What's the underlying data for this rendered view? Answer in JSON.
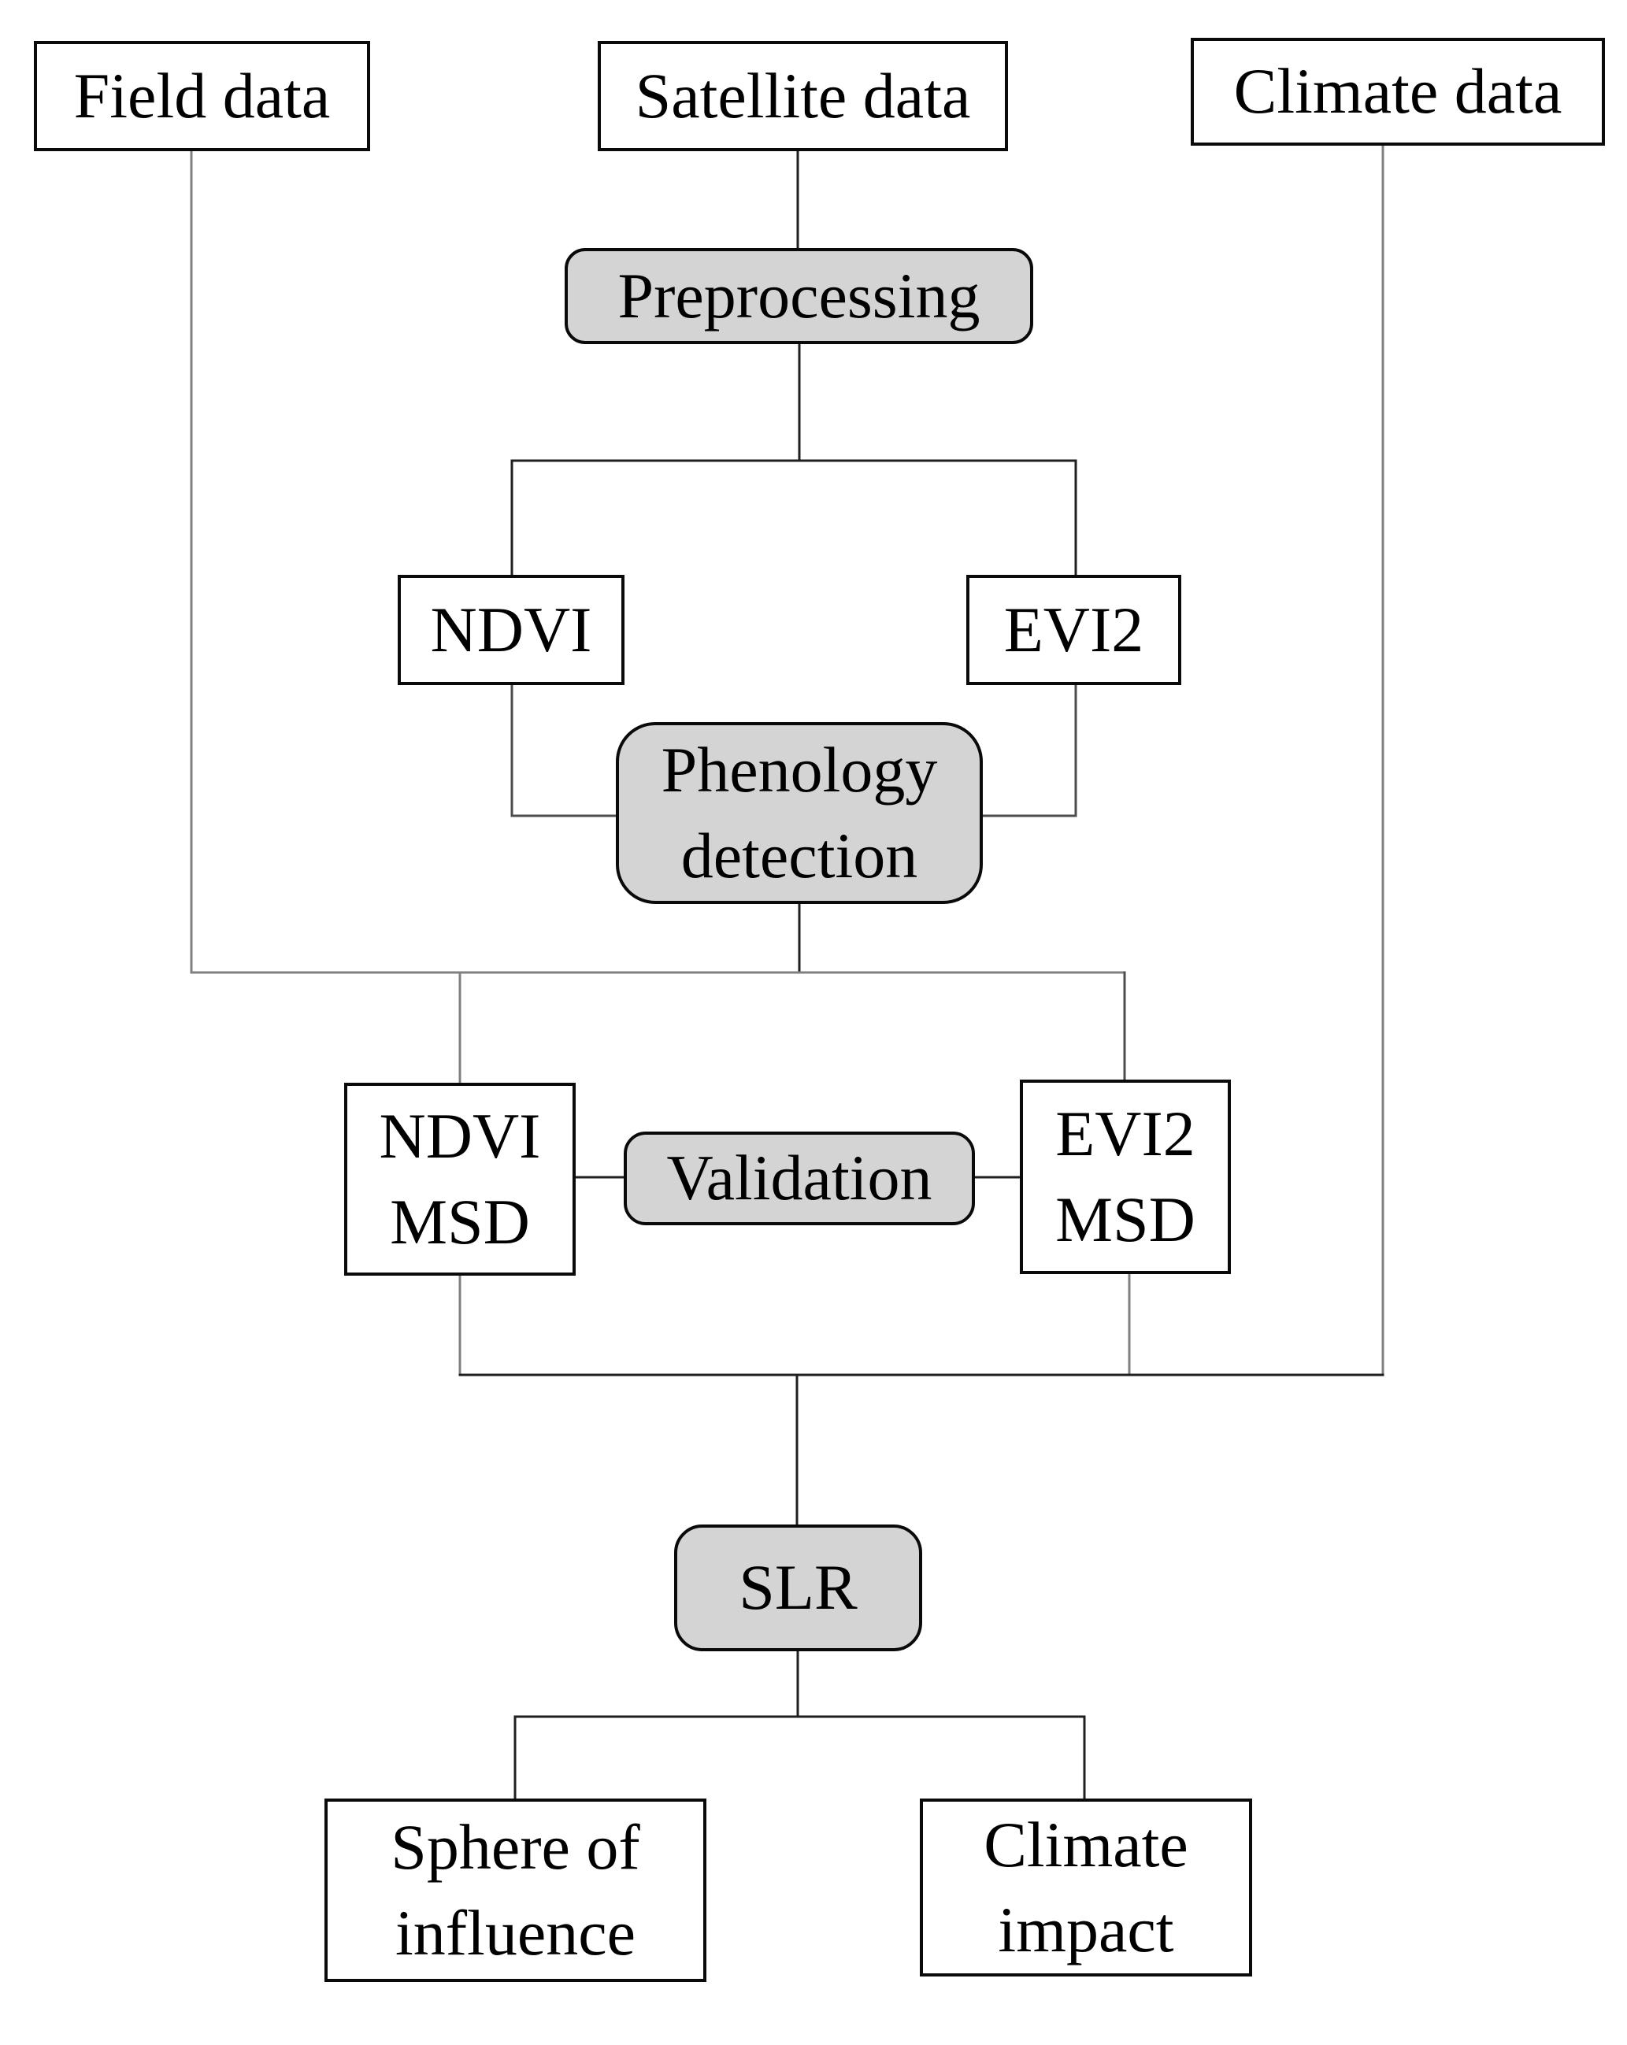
{
  "diagram": {
    "nodes": {
      "field_data": {
        "label": "Field data"
      },
      "satellite_data": {
        "label": "Satellite data"
      },
      "climate_data": {
        "label": "Climate data"
      },
      "preprocessing": {
        "label": "Preprocessing"
      },
      "ndvi": {
        "label": "NDVI"
      },
      "evi2": {
        "label": "EVI2"
      },
      "phenology_detection": {
        "lines": [
          "Phenology",
          "detection"
        ]
      },
      "ndvi_msd": {
        "lines": [
          "NDVI",
          "MSD"
        ]
      },
      "validation": {
        "label": "Validation"
      },
      "evi2_msd": {
        "lines": [
          "EVI2",
          "MSD"
        ]
      },
      "slr": {
        "label": "SLR"
      },
      "sphere_of_influence": {
        "lines": [
          "Sphere of",
          "influence"
        ]
      },
      "climate_impact": {
        "lines": [
          "Climate",
          "impact"
        ]
      }
    },
    "colors": {
      "background": "#ffffff",
      "data_node_fill": "#ffffff",
      "process_node_fill": "#d4d4d4",
      "node_border": "#0a0a0a",
      "text": "#000000",
      "connector_gray": "#808080",
      "connector_mid": "#4d4d4d",
      "connector_dark": "#1f1f1f"
    }
  }
}
